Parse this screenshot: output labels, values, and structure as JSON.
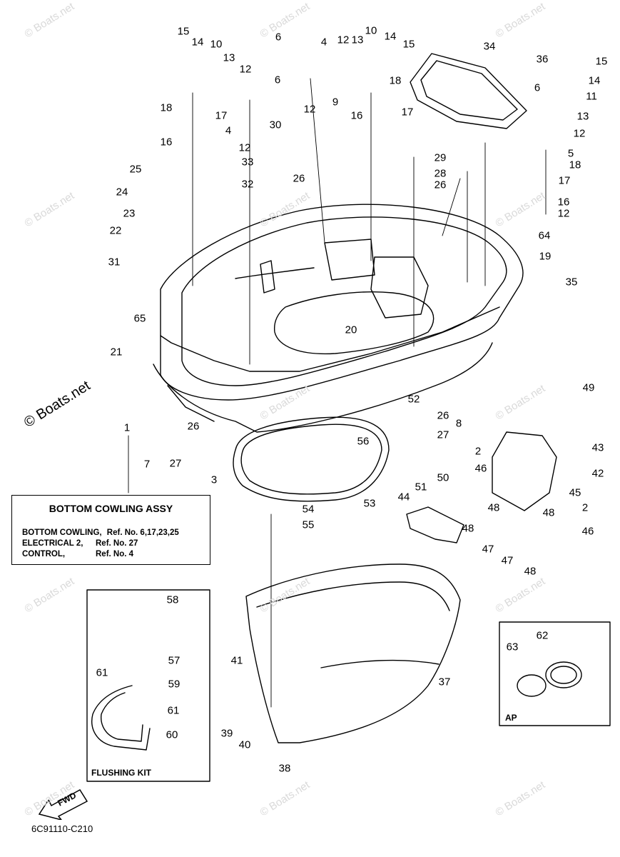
{
  "diagram_title": "BOTTOM COWLING ASSY",
  "info_box": {
    "title": "BOTTOM COWLING ASSY",
    "rows": [
      {
        "name": "BOTTOM COWLING,",
        "ref": "Ref. No. 6,17,23,25"
      },
      {
        "name": "ELECTRICAL 2,",
        "ref": "Ref. No. 27"
      },
      {
        "name": "CONTROL,",
        "ref": "Ref. No. 4"
      }
    ]
  },
  "inset_flushing_label": "FLUSHING KIT",
  "inset_ap_label": "AP",
  "fwd_label": "FWD",
  "part_code": "6C91110-C210",
  "watermark": "© Boats.net",
  "callouts": [
    "1",
    "2",
    "3",
    "4",
    "5",
    "6",
    "7",
    "8",
    "9",
    "10",
    "11",
    "12",
    "13",
    "14",
    "15",
    "16",
    "17",
    "18",
    "19",
    "20",
    "21",
    "22",
    "23",
    "24",
    "25",
    "26",
    "27",
    "28",
    "29",
    "30",
    "31",
    "32",
    "33",
    "34",
    "35",
    "36",
    "37",
    "38",
    "39",
    "40",
    "41",
    "42",
    "43",
    "44",
    "45",
    "46",
    "47",
    "48",
    "49",
    "50",
    "51",
    "52",
    "53",
    "54",
    "55",
    "56",
    "57",
    "58",
    "59",
    "60",
    "61",
    "62",
    "63",
    "64",
    "65"
  ]
}
